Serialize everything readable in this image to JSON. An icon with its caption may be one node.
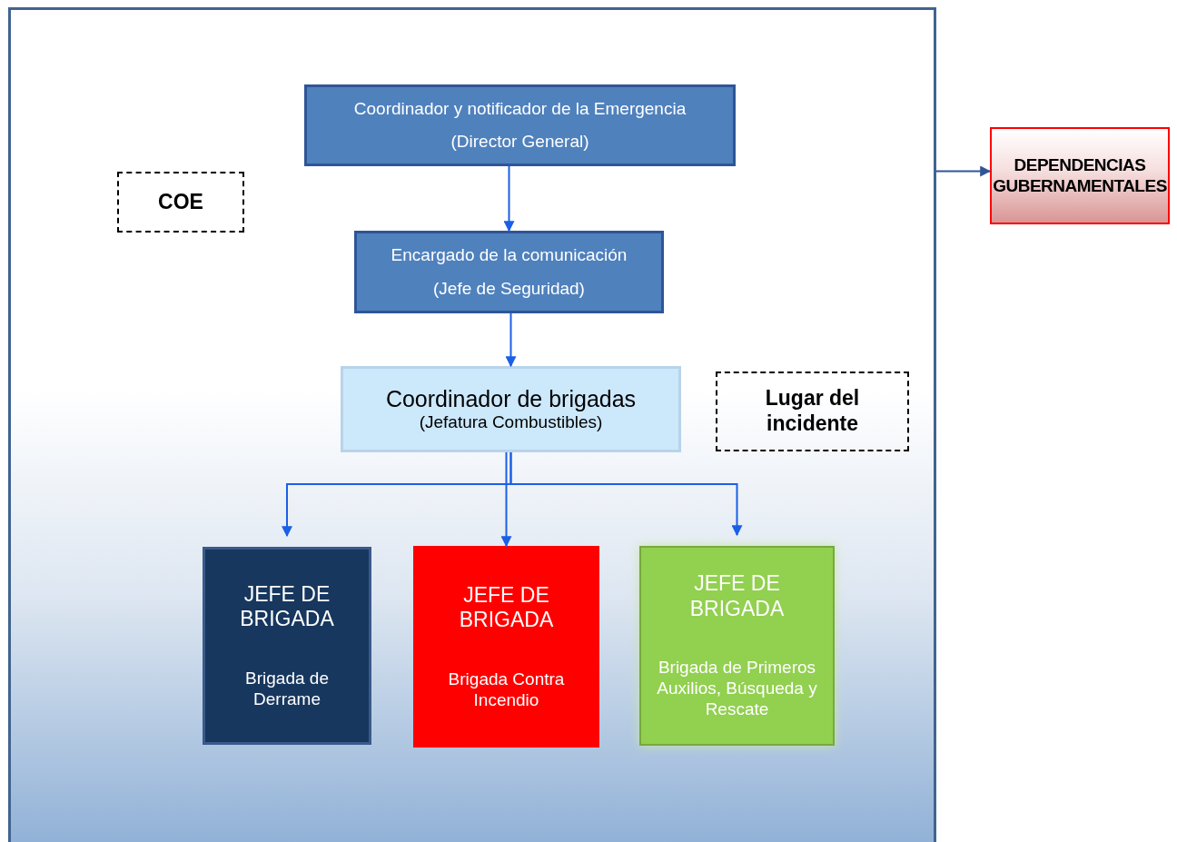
{
  "diagram": {
    "nodes": [
      {
        "text": [],
        "shape": "box"
      },
      {
        "text": [
          "Coordinador y notificador de la Emergencia",
          "(Director General)"
        ],
        "in": 0
      },
      {
        "text": [
          "COE"
        ],
        "in": 0
      },
      {
        "text": [
          "Encargado de la comunicación",
          "(Jefe de Seguridad)"
        ],
        "in": 0
      },
      {
        "text": [
          "Coordinador de brigadas",
          "(Jefatura Combustibles)"
        ],
        "in": 0
      },
      {
        "text": [
          "Lugar del incidente"
        ],
        "in": 0
      },
      {
        "text": [
          "JEFE DE BRIGADA",
          "Brigada de Derrame"
        ],
        "in": 0
      },
      {
        "text": [
          "JEFE DE BRIGADA",
          "Brigada Contra Incendio"
        ],
        "in": 0
      },
      {
        "text": [
          "JEFE DE BRIGADA",
          "Brigada de Primeros Auxilios, Búsqueda y Rescate"
        ],
        "in": 0
      },
      {
        "text": [
          "DEPENDENCIAS GUBERNAMENTALES"
        ]
      }
    ],
    "edges": [
      {
        "from": 1,
        "to": 3,
        "arrow": "to"
      },
      {
        "from": 3,
        "to": 4,
        "arrow": "to"
      },
      {
        "from": 4,
        "to": 6,
        "arrow": "to"
      },
      {
        "from": 4,
        "to": 7,
        "arrow": "to"
      },
      {
        "from": 4,
        "to": 8,
        "arrow": "to"
      },
      {
        "from": 0,
        "to": 9,
        "arrow": "to",
        "color": "#2f5597"
      }
    ]
  }
}
